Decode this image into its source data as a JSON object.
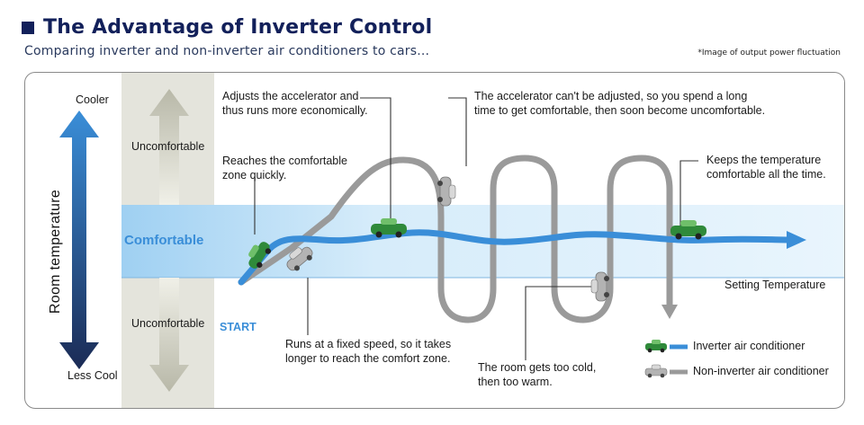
{
  "header": {
    "title": "The Advantage of Inverter Control",
    "subtitle": "Comparing inverter and non-inverter air conditioners to cars...",
    "footnote": "*Image of output power fluctuation"
  },
  "axis": {
    "ylabel": "Room temperature",
    "top_label": "Cooler",
    "bottom_label": "Less Cool"
  },
  "zones": {
    "upper": "Uncomfortable",
    "middle": "Comfortable",
    "lower": "Uncomfortable"
  },
  "labels": {
    "start": "START",
    "setting_temperature": "Setting Temperature"
  },
  "annotations": {
    "accelerator": [
      "Adjusts the accelerator and",
      "thus runs more economically."
    ],
    "reaches": [
      "Reaches the comfortable",
      "zone quickly."
    ],
    "fixed_speed": [
      "Runs at a fixed speed, so it takes",
      "longer to reach the comfort zone."
    ],
    "cant_adjust": [
      "The accelerator can't be adjusted, so you spend a long",
      "time to get comfortable, then soon become uncomfortable."
    ],
    "keeps": [
      "Keeps the temperature",
      "comfortable all the time."
    ],
    "too_cold": [
      "The room gets too cold,",
      "then too warm."
    ]
  },
  "legend": {
    "inverter": "Inverter air conditioner",
    "non_inverter": "Non-inverter air conditioner"
  },
  "colors": {
    "title": "#12205a",
    "inverter": "#3a8ed8",
    "non_inverter": "#9a9a9a",
    "comfort_band": "#bfe1f7",
    "car_green": "#2f8a3a"
  }
}
